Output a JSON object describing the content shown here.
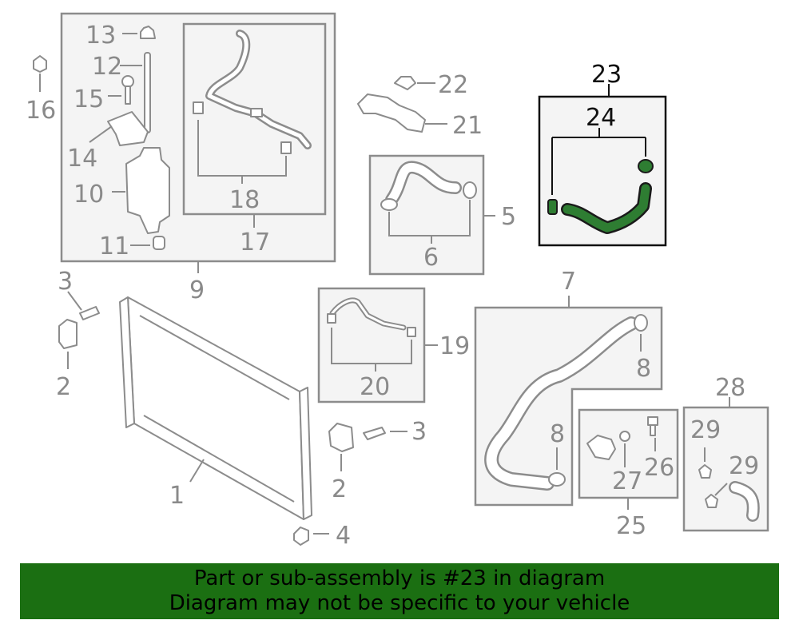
{
  "callouts": {
    "c1": "1",
    "c2a": "2",
    "c2b": "2",
    "c3a": "3",
    "c3b": "3",
    "c4": "4",
    "c5": "5",
    "c6": "6",
    "c7": "7",
    "c8a": "8",
    "c8b": "8",
    "c9": "9",
    "c10": "10",
    "c11": "11",
    "c12": "12",
    "c13": "13",
    "c14": "14",
    "c15": "15",
    "c16": "16",
    "c17": "17",
    "c18": "18",
    "c19": "19",
    "c20": "20",
    "c21": "21",
    "c22": "22",
    "c23": "23",
    "c24": "24",
    "c25": "25",
    "c26": "26",
    "c27": "27",
    "c28": "28",
    "c29a": "29",
    "c29b": "29"
  },
  "highlight": {
    "part_number": "23",
    "color": "#2e7d32"
  },
  "banner": {
    "line1": "Part or sub-assembly is #23 in diagram",
    "line2": "Diagram may not be specific to your vehicle",
    "color": "#1b6f12"
  }
}
